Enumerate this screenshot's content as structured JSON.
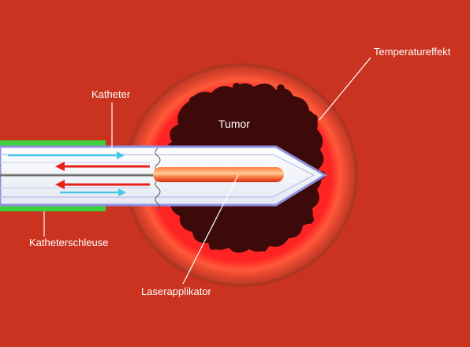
{
  "labels": {
    "temperature_effect": "Temperatureffekt",
    "catheter": "Katheter",
    "tumor": "Tumor",
    "catheter_sheath": "Katheterschleuse",
    "laser_applicator": "Laserapplikator"
  },
  "colors": {
    "background": "#c9331f",
    "halo_outer": "#b83a28",
    "halo_glow": "#ff3b3b",
    "tumor": "#3d0a0a",
    "catheter_body": "#f2f4fa",
    "catheter_outline": "#8f8fe0",
    "sheath": "#3bd23b",
    "arrow_cyan": "#45c8e6",
    "arrow_red": "#e8201a",
    "laser": "#e8401a",
    "leader_line": "#ffffff"
  },
  "icons": {
    "flow_arrow_right": "arrow-right-icon",
    "flow_arrow_left": "arrow-left-icon"
  }
}
